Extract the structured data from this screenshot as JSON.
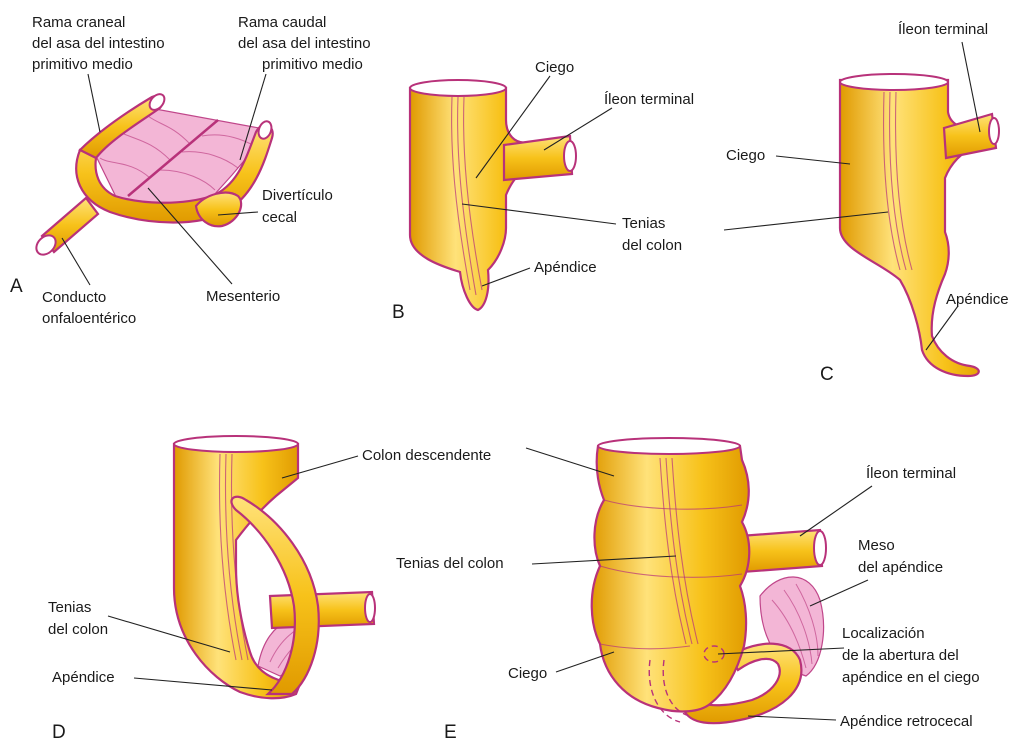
{
  "colors": {
    "gut_fill": "#f7c21a",
    "gut_highlight": "#ffe27a",
    "gut_shadow": "#e09a00",
    "outline": "#b8327a",
    "mesentery": "#f3b6d6"
  },
  "panels": {
    "A": {
      "letter": "A",
      "labels": {
        "cranial_1": "Rama craneal",
        "cranial_2": "del asa del intestino",
        "cranial_3": "primitivo medio",
        "caudal_1": "Rama caudal",
        "caudal_2": "del asa del intestino",
        "caudal_3": "primitivo medio",
        "diverticulo_1": "Divertículo",
        "diverticulo_2": "cecal",
        "conducto_1": "Conducto",
        "conducto_2": "onfaloentérico",
        "mesenterio": "Mesenterio"
      }
    },
    "B": {
      "letter": "B",
      "labels": {
        "ciego": "Ciego",
        "ileon": "Íleon terminal",
        "tenias_1": "Tenias",
        "tenias_2": "del colon",
        "apendice": "Apéndice"
      }
    },
    "C": {
      "letter": "C",
      "labels": {
        "ileon": "Íleon terminal",
        "ciego": "Ciego",
        "apendice": "Apéndice"
      }
    },
    "D": {
      "letter": "D",
      "labels": {
        "colon": "Colon descendente",
        "tenias_1": "Tenias",
        "tenias_2": "del colon",
        "apendice": "Apéndice"
      }
    },
    "E": {
      "letter": "E",
      "labels": {
        "ileon": "Íleon terminal",
        "tenias": "Tenias del colon",
        "meso_1": "Meso",
        "meso_2": "del apéndice",
        "loc_1": "Localización",
        "loc_2": "de la abertura del",
        "loc_3": "apéndice en el ciego",
        "ciego": "Ciego",
        "retro": "Apéndice retrocecal"
      }
    }
  }
}
